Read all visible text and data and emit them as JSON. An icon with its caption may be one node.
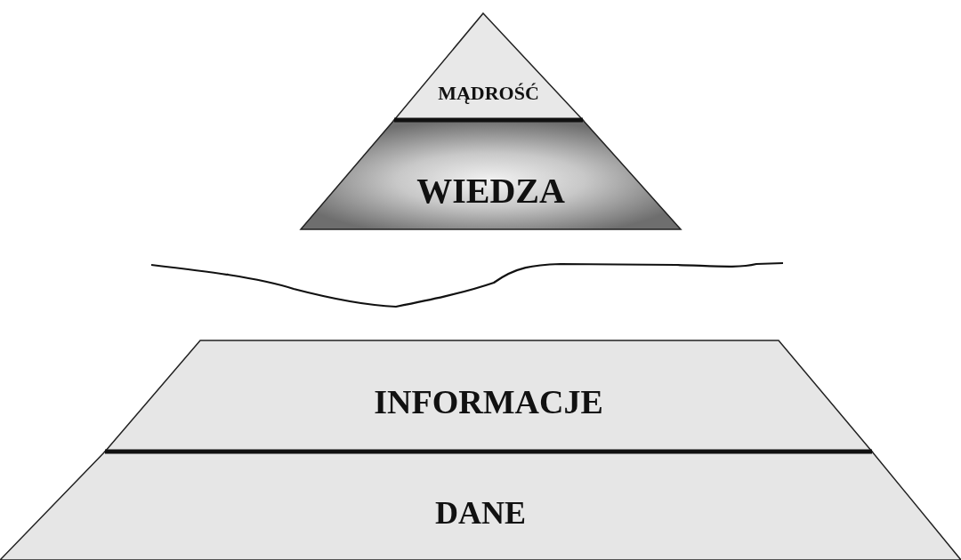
{
  "diagram": {
    "nodes": [
      {
        "text": [
          "MĄDROŚĆ"
        ]
      },
      {
        "text": [
          "WIEDZA"
        ]
      },
      {
        "text": [
          "INFORMACJE"
        ]
      },
      {
        "text": [
          "DANE"
        ]
      }
    ]
  }
}
